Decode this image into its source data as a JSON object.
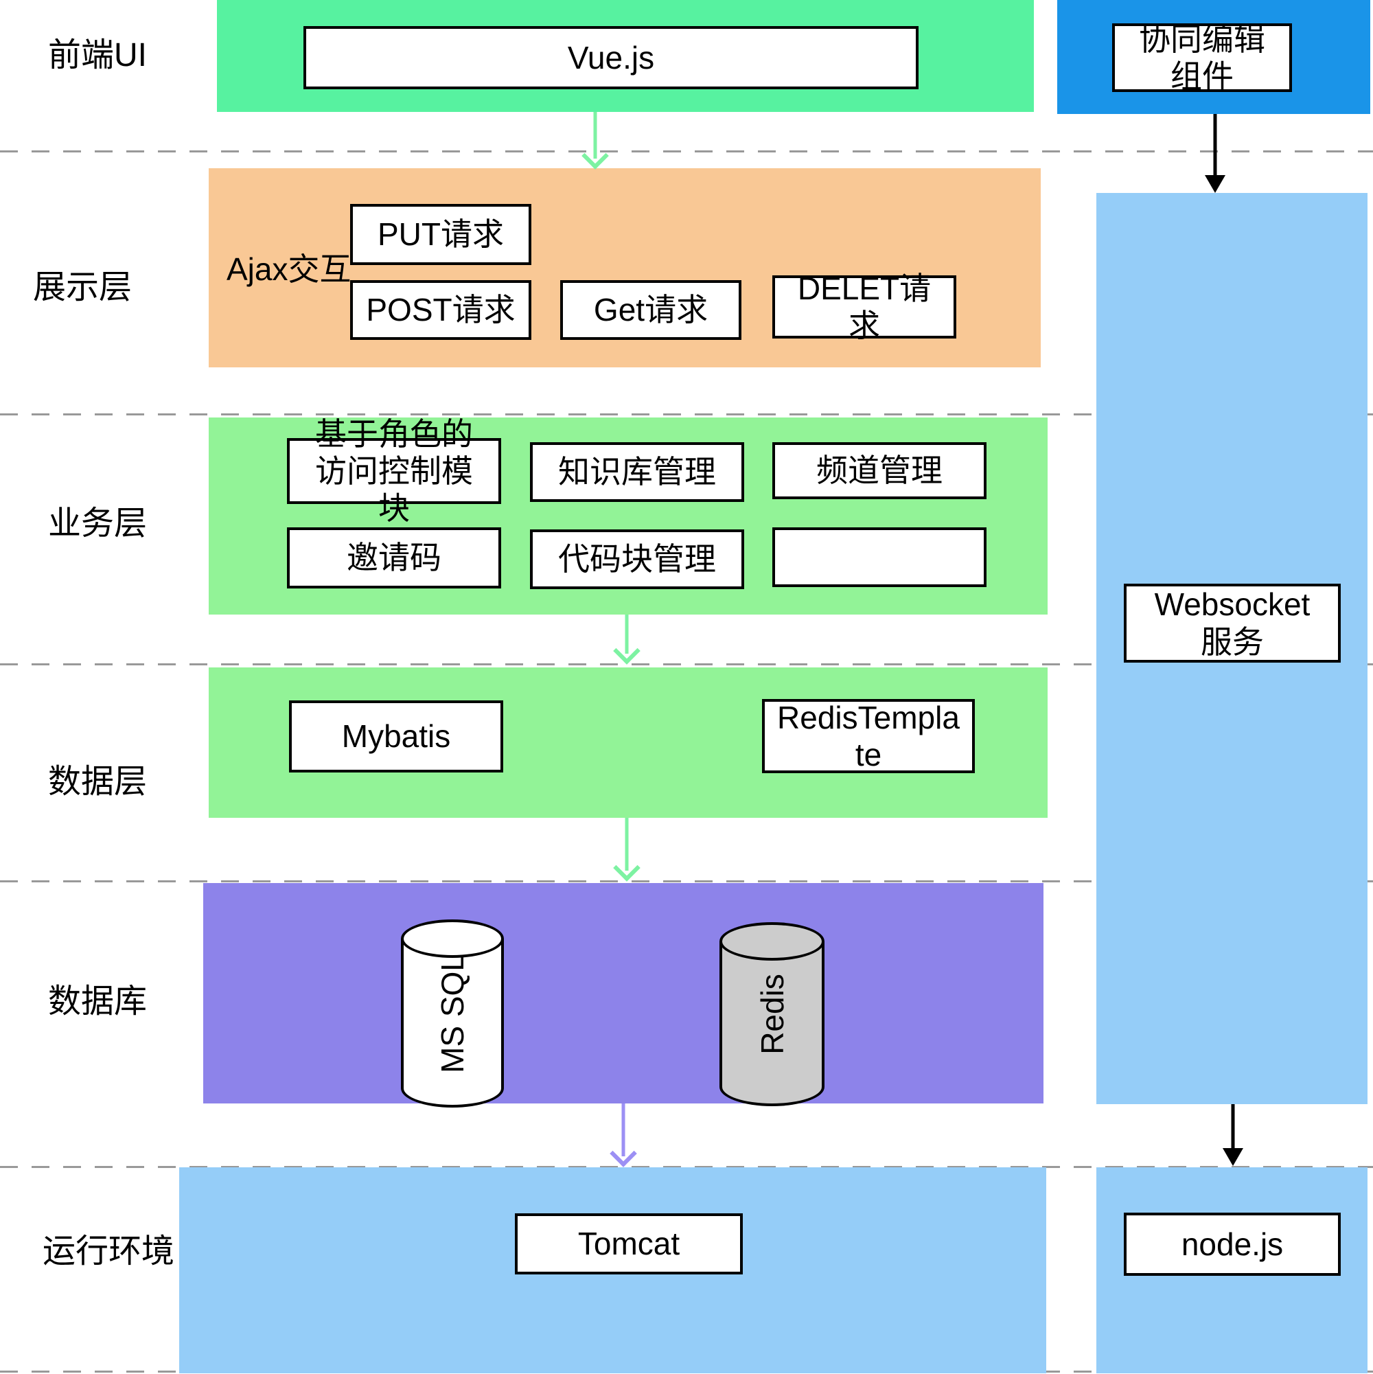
{
  "labels": {
    "frontend": "前端UI",
    "presentation": "展示层",
    "business": "业务层",
    "data": "数据层",
    "database": "数据库",
    "runtime": "运行环境"
  },
  "frontend": {
    "vue": "Vue.js",
    "collab": "协同编辑\n组件"
  },
  "presentation": {
    "ajax": "Ajax交互",
    "put": "PUT请求",
    "post": "POST请求",
    "get": "Get请求",
    "del": "DELET请\n求"
  },
  "business": {
    "rbac": "基于角色的\n访问控制模\n块",
    "kb": "知识库管理",
    "channel": "频道管理",
    "invite": "邀请码",
    "code": "代码块管理",
    "blank": ""
  },
  "datalayer": {
    "mybatis": "Mybatis",
    "redistemplate": "RedisTempla\nte"
  },
  "database": {
    "mssql": "MS SQL",
    "redis": "Redis"
  },
  "runtime": {
    "tomcat": "Tomcat",
    "node": "node.js"
  },
  "websocket": {
    "service": "Websocket\n服务"
  },
  "colors": {
    "mint": "#57f2a0",
    "bright_blue": "#1a94e8",
    "orange": "#f9c895",
    "green": "#92f397",
    "purple": "#8d83ea",
    "light_blue": "#95cdf8",
    "green_arrow": "#7df2a2",
    "purple_arrow": "#9c90f4",
    "gray": "#999999",
    "cylinder_gray": "#cccccc"
  }
}
